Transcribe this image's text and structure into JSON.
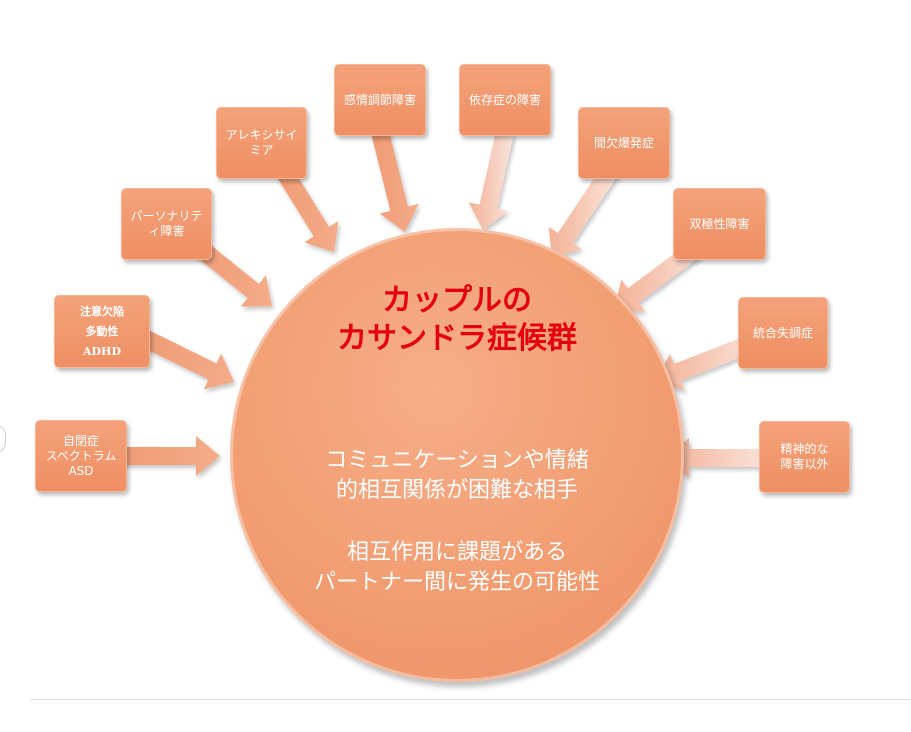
{
  "center": {
    "title_line1": "カップルの",
    "title_line2": "カサンドラ症候群",
    "desc_line1": "コミュニケーションや情緒",
    "desc_line2": "的相互関係が困難な相手",
    "desc_line3": "相互作用に課題がある",
    "desc_line4": "パートナー間に発生の可能性"
  },
  "boxes": [
    {
      "id": "asd",
      "lines": [
        "自閉症",
        "スペクトラム",
        "ASD"
      ]
    },
    {
      "id": "adhd",
      "lines": [
        "注意欠陥",
        "多動性",
        "ADHD"
      ]
    },
    {
      "id": "personality",
      "lines": [
        "パーソナリテ",
        "ィ障害"
      ]
    },
    {
      "id": "alexithymia",
      "lines": [
        "アレキシサイ",
        "ミア"
      ]
    },
    {
      "id": "emotion",
      "lines": [
        "感情調節障害"
      ]
    },
    {
      "id": "dependence",
      "lines": [
        "依存症の障害"
      ]
    },
    {
      "id": "intermittent",
      "lines": [
        "間欠爆発症"
      ]
    },
    {
      "id": "bipolar",
      "lines": [
        "双極性障害"
      ]
    },
    {
      "id": "schizophrenia",
      "lines": [
        "統合失調症"
      ]
    },
    {
      "id": "non-disorder",
      "lines": [
        "精神的な",
        "障害以外"
      ]
    }
  ],
  "colors": {
    "circle": "#f29d72",
    "box": "#f09468",
    "title": "#e5000e",
    "text": "#ffffff"
  }
}
